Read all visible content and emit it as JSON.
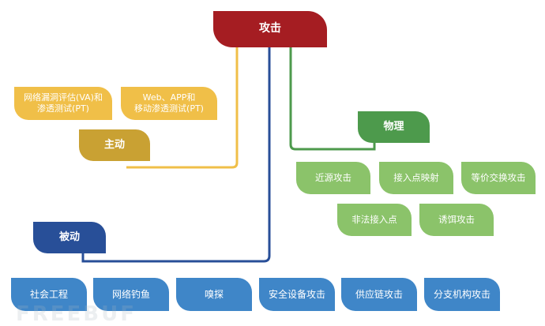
{
  "root": {
    "label": "攻击"
  },
  "active": {
    "label": "主动",
    "children": [
      "网络漏洞评估(VA)和\n渗透测试(PT)",
      "Web、APP和\n移动渗透测试(PT)"
    ]
  },
  "physical": {
    "label": "物理",
    "children": [
      "近源攻击",
      "接入点映射",
      "等价交换攻击",
      "非法接入点",
      "诱饵攻击"
    ]
  },
  "passive": {
    "label": "被动",
    "children": [
      "社会工程",
      "网络钓鱼",
      "嗅探",
      "安全设备攻击",
      "供应链攻击",
      "分支机构攻击"
    ]
  },
  "watermark": "FREEBUF",
  "colors": {
    "root": "#a51d22",
    "active": "#c9a133",
    "active_leaf": "#f0bf48",
    "physical": "#4d9a4c",
    "physical_leaf": "#8bc36a",
    "passive": "#284f98",
    "passive_leaf": "#3f86c8"
  }
}
